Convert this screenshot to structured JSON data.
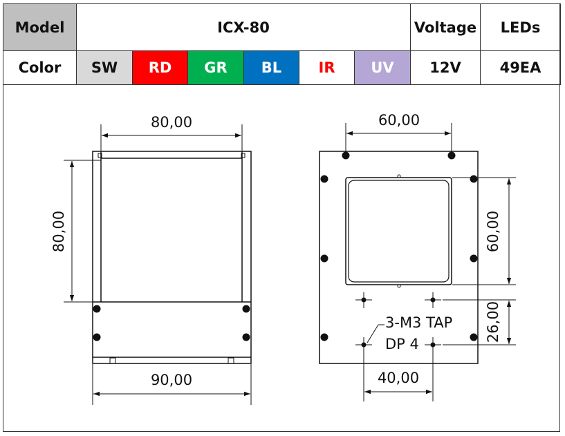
{
  "spec_table": {
    "model_label": "Model",
    "model_value": "ICX-80",
    "voltage_label": "Voltage",
    "leds_label": "LEDs",
    "color_label": "Color",
    "voltage_value": "12V",
    "leds_value": "49EA",
    "colors": [
      {
        "code": "SW",
        "bg": "#d9d9d9",
        "fg": "#111111"
      },
      {
        "code": "RD",
        "bg": "#ff0000",
        "fg": "#ffffff"
      },
      {
        "code": "GR",
        "bg": "#00b050",
        "fg": "#ffffff"
      },
      {
        "code": "BL",
        "bg": "#0070c0",
        "fg": "#ffffff"
      },
      {
        "code": "IR",
        "bg": "#ffffff",
        "fg": "#ff0000"
      },
      {
        "code": "UV",
        "bg": "#b4a7d6",
        "fg": "#ffffff"
      }
    ]
  },
  "side_view": {
    "top_width": "80,00",
    "height": "80,00",
    "bottom_width": "90,00"
  },
  "front_view": {
    "window_width": "60,00",
    "window_height": "60,00",
    "tap_offset": "26,00",
    "tap_spacing": "40,00",
    "tap_note_line1": "3-M3 TAP",
    "tap_note_line2": "DP 4"
  }
}
